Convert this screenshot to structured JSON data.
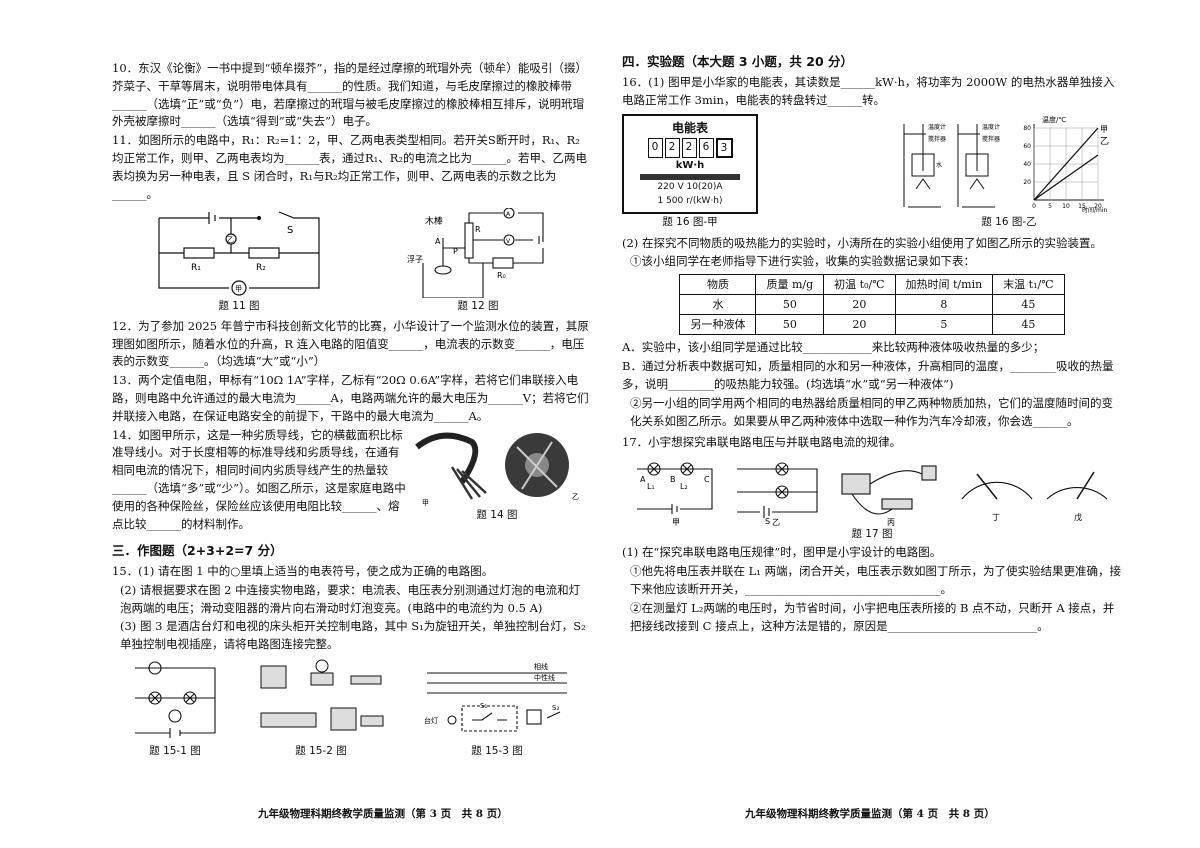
{
  "left": {
    "q10": "10．东汉《论衡》一书中提到“顿牟掇芥”，指的是经过摩擦的玳瑁外壳（顿牟）能吸引（掇）芥菜子、干草等屑末，说明带电体具有______的性质。我们知道，与毛皮摩擦过的橡胶棒带______（选填“正”或“负”）电，若摩擦过的玳瑁与被毛皮摩擦过的橡胶棒相互排斥，说明玳瑁外壳被摩擦时______（选填“得到”或“失去”）电子。",
    "q11": "11．如图所示的电路中，R₁：R₂=1：2，甲、乙两电表类型相同。若开关S断开时，R₁、R₂均正常工作，则甲、乙两电表均为______表，通过R₁、R₂的电流之比为______。若甲、乙两电表均换为另一种电表，且 S 闭合时，R₁与R₂均正常工作，则甲、乙两电表的示数之比为______。",
    "fig11_caption": "题 11 图",
    "fig12_caption": "题 12 图",
    "fig12_labels": {
      "rod": "木棒",
      "float": "浮子",
      "A": "A",
      "P": "P",
      "R": "R",
      "R0": "R₀",
      "ammeter": "A",
      "voltmeter": "V"
    },
    "fig11_labels": {
      "S": "S",
      "R1": "R₁",
      "R2": "R₂",
      "yi": "乙",
      "jia": "甲"
    },
    "q12": "12．为了参加 2025 年普宁市科技创新文化节的比赛，小华设计了一个监测水位的装置，其原理图如图所示，随着水位的升高，R 连入电路的阻值变______，电流表的示数变______，电压表的示数变______。（均选填“大”或“小”）",
    "q13": "13．两个定值电阻，甲标有“10Ω 1A”字样，乙标有“20Ω 0.6A”字样，若将它们串联接入电路，则电路中允许通过的最大电流为______A，电路两端允许的最大电压为______V；若将它们并联接入电路，在保证电路安全的前提下，干路中的最大电流为______A。",
    "q14": "14．如图甲所示，这是一种劣质导线，它的横截面积比标准导线小。对于长度相等的标准导线和劣质导线，在通有相同电流的情况下，相同时间内劣质导线产生的热量较______（选填“多”或“少”）。如图乙所示，这是家庭电路中使用的各种保险丝，保险丝应该使用电阻比较______、熔点比较______的材料制作。",
    "fig14_caption": "题 14 图",
    "fig14_labels": {
      "jia": "甲",
      "yi": "乙"
    },
    "section3": "三．作图题（2+3+2=7 分）",
    "q15_1": "15．(1) 请在图 1 中的○里填上适当的电表符号，使之成为正确的电路图。",
    "q15_2": "(2) 请根据要求在图 2 中连接实物电路，要求：电流表、电压表分别测通过灯泡的电流和灯泡两端的电压；滑动变阻器的滑片向右滑动时灯泡变亮。(电路中的电流约为 0.5 A)",
    "q15_3": "(3) 图 3 是酒店台灯和电视的床头柜开关控制电路，其中 S₁为旋钮开关，单独控制台灯，S₂单独控制电视插座，请将电路图连接完整。",
    "fig15_1_caption": "题 15-1 图",
    "fig15_2_caption": "题 15-2 图",
    "fig15_3_caption": "题 15-3 图",
    "fig15_3_labels": {
      "live": "相线",
      "neutral": "中性线",
      "lamp": "台灯",
      "S1": "S₁",
      "S2": "S₂"
    },
    "footer": "九年级物理科期终教学质量监测（第 3 页　共 8 页）"
  },
  "right": {
    "section4": "四．实验题（本大题 3 小题，共 20 分）",
    "q16_1": "16．(1) 图甲是小华家的电能表，其读数是______kW·h，将功率为 2000W 的电热水器单独接入电路正常工作 3min，电能表的转盘转过______转。",
    "meter": {
      "title": "电能表",
      "digits": [
        "0",
        "2",
        "2",
        "6",
        "3"
      ],
      "unit": "kW·h",
      "spec1": "220 V  10(20)A",
      "spec2": "1 500 r/(kW·h)"
    },
    "fig16a_caption": "题 16 图-甲",
    "fig16b_caption": "题 16 图-乙",
    "fig16b_labels": {
      "thermo": "温度计",
      "stirrer": "搅拌器",
      "water": "水",
      "ylabel": "温度/℃",
      "xlabel": "时间/min",
      "series": "甲",
      "series2": "乙"
    },
    "q16_2": "(2) 在探究不同物质的吸热能力的实验时，小涛所在的实验小组使用了如图乙所示的实验装置。",
    "q16_2a": "①该小组同学在老师指导下进行实验，收集的实验数据记录如下表：",
    "table": {
      "headers": [
        "物质",
        "质量 m/g",
        "初温 t₀/℃",
        "加热时间 t/min",
        "末温 t₁/℃"
      ],
      "rows": [
        [
          "水",
          "50",
          "20",
          "8",
          "45"
        ],
        [
          "另一种液体",
          "50",
          "20",
          "5",
          "45"
        ]
      ]
    },
    "qA": "A．实验中，该小组同学是通过比较____________来比较两种液体吸收热量的多少；",
    "qB": "B．通过分析表中数据可知，质量相同的水和另一种液体，升高相同的温度，________吸收的热量多，说明________的吸热能力较强。(均选填“水”或“另一种液体”)",
    "q16_2b": "②另一小组的同学用两个相同的电热器给质量相同的甲乙两种物质加热，它们的温度随时间的变化关系如图乙所示。如果要从甲乙两种液体中选取一种作为汽车冷却液，你会选______。",
    "q17": "17．小宇想探究串联电路电压与并联电路电流的规律。",
    "fig17_caption": "题 17 图",
    "fig17_labels": {
      "jia": "甲",
      "yi": "乙",
      "bing": "丙",
      "ding": "丁",
      "wu": "戊",
      "A": "A",
      "B": "B",
      "C": "C",
      "L1": "L₁",
      "L2": "L₂",
      "S": "S"
    },
    "q17_1": "(1) 在“探究串联电路电压规律”时，图甲是小宇设计的电路图。",
    "q17_1a": "①他先将电压表并联在 L₁ 两端，闭合开关，电压表示数如图丁所示，为了使实验结果更准确，接下来他应该断开开关，__________________________________。",
    "q17_1b": "②在测量灯 L₂两端的电压时，为节省时间，小宇把电压表所接的 B 点不动，只断开 A 接点，并把接线改接到 C 接点上，这种方法是错的，原因是__________________________。",
    "footer": "九年级物理科期终教学质量监测（第 4 页　共 8 页）"
  },
  "chart_data": {
    "type": "line",
    "title": "",
    "ylabel": "温度/℃",
    "xlabel": "时间/min",
    "x": [
      0,
      5,
      10,
      15,
      20
    ],
    "ylim": [
      0,
      80
    ],
    "xlim": [
      0,
      20
    ],
    "series": [
      {
        "name": "甲",
        "x": [
          0,
          20
        ],
        "values": [
          0,
          80
        ]
      },
      {
        "name": "乙",
        "x": [
          0,
          20
        ],
        "values": [
          0,
          50
        ]
      }
    ]
  }
}
